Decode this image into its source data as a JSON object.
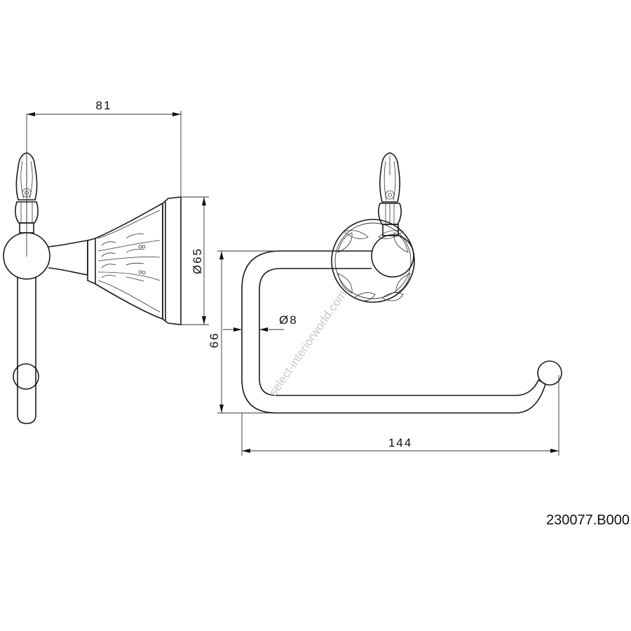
{
  "drawing": {
    "dimensions": {
      "depth": "81",
      "plate_diameter": "Ø65",
      "height": "66",
      "rod_diameter": "Ø8",
      "width": "144"
    },
    "part_number": "230077.B000",
    "watermark": "select-interiorworld.com",
    "views": [
      "side-view",
      "front-view"
    ]
  }
}
